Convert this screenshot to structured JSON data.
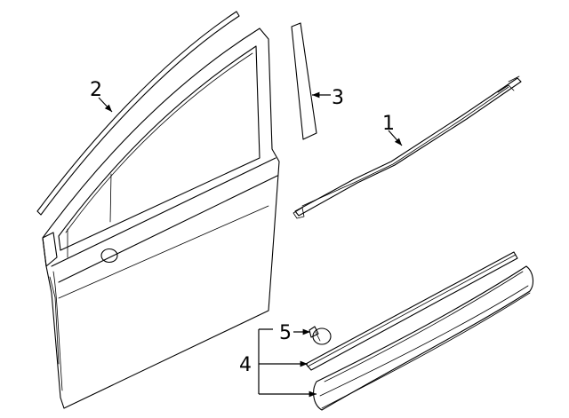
{
  "callouts": {
    "c1": "1",
    "c2": "2",
    "c3": "3",
    "c4": "4",
    "c5": "5"
  },
  "parts": [
    {
      "ref": "1",
      "icon": "belt-molding"
    },
    {
      "ref": "2",
      "icon": "window-frame-molding"
    },
    {
      "ref": "3",
      "icon": "pillar-applique"
    },
    {
      "ref": "4",
      "icon": "door-side-molding"
    },
    {
      "ref": "5",
      "icon": "molding-clip"
    }
  ],
  "colors": {
    "line": "#000000",
    "background": "#ffffff"
  }
}
